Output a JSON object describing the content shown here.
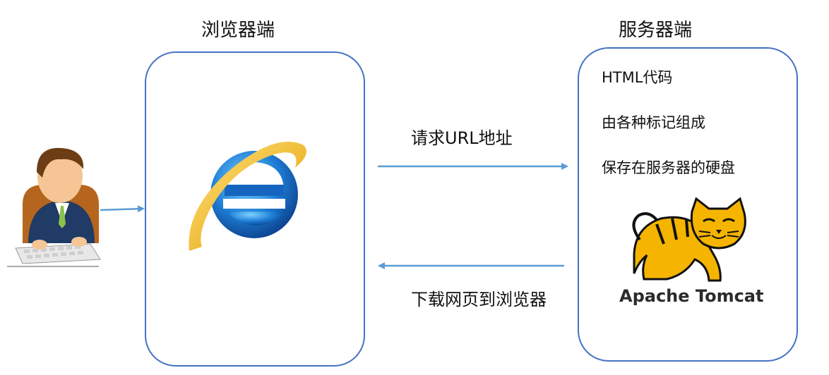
{
  "browser": {
    "title": "浏览器端"
  },
  "server": {
    "title": "服务器端",
    "lines": [
      "HTML代码",
      "由各种标记组成",
      "保存在服务器的硬盘"
    ],
    "logo_text": "Apache Tomcat"
  },
  "arrows": {
    "request_label": "请求URL地址",
    "response_label": "下载网页到浏览器"
  },
  "icons": {
    "user": "user-at-keyboard-icon",
    "browser": "internet-explorer-icon",
    "server": "apache-tomcat-logo"
  },
  "colors": {
    "box_border": "#4472c4",
    "arrow": "#5b9bd5"
  }
}
